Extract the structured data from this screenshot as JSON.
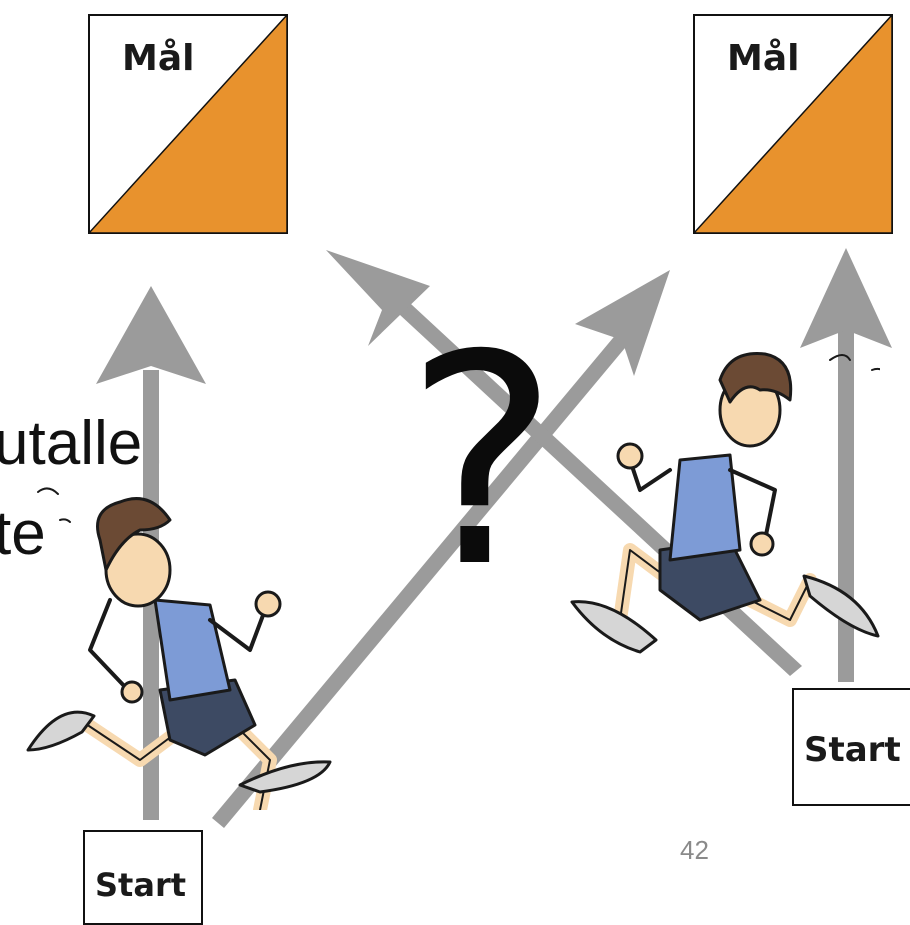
{
  "slide": {
    "partial_text_line1": "utallet",
    "partial_text_line2": "te",
    "question_mark": "?",
    "page_number": "42"
  },
  "flags": {
    "left_label": "Mål",
    "right_label": "Mål",
    "color_orange": "#E8922D"
  },
  "starts": {
    "left_label": "Start",
    "right_label": "Start"
  },
  "arrows": {
    "color": "#9B9B9B"
  },
  "runners": {
    "left": "runner-icon",
    "right": "runner-icon"
  }
}
